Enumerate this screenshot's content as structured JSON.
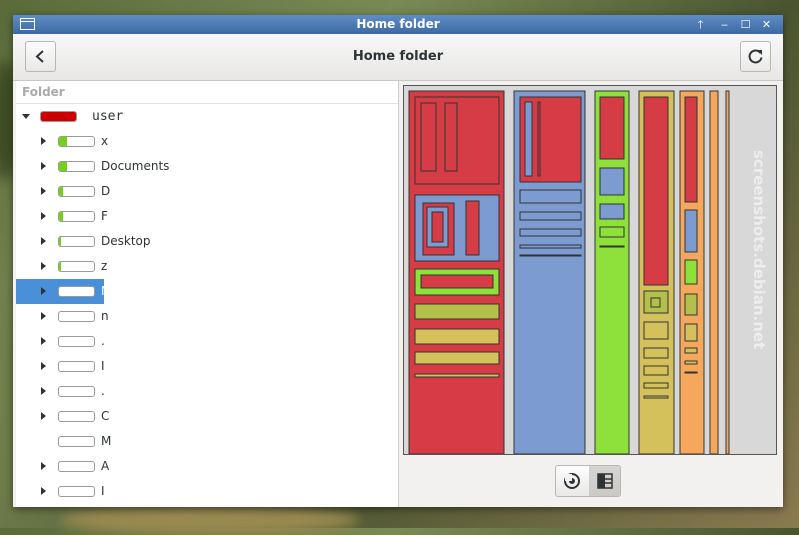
{
  "window": {
    "title": "Home folder",
    "controls": {
      "up": "🡑",
      "minimize": "‒",
      "maximize": "☐",
      "close": "✕"
    }
  },
  "headerbar": {
    "title": "Home folder",
    "back_icon": "chevron-left-icon",
    "refresh_icon": "refresh-icon"
  },
  "tree": {
    "column_header": "Folder",
    "root": {
      "label": "user",
      "fill": 1.0,
      "color": "#cc0000"
    },
    "rows": [
      {
        "label": "x",
        "fill": 0.22,
        "color": "#73d216",
        "expandable": true
      },
      {
        "label": "Documents",
        "fill": 0.22,
        "color": "#73d216",
        "expandable": true
      },
      {
        "label": "D",
        "fill": 0.1,
        "color": "#73d216",
        "expandable": true
      },
      {
        "label": "F",
        "fill": 0.1,
        "color": "#73d216",
        "expandable": true
      },
      {
        "label": "Desktop",
        "fill": 0.05,
        "color": "#73d216",
        "expandable": true
      },
      {
        "label": "z",
        "fill": 0.03,
        "color": "#73d216",
        "expandable": true
      },
      {
        "label": "N",
        "fill": 0.0,
        "color": "#73d216",
        "expandable": true,
        "selected": true
      },
      {
        "label": "n",
        "fill": 0.0,
        "color": "#73d216",
        "expandable": true
      },
      {
        "label": ".",
        "fill": 0.0,
        "color": "#73d216",
        "expandable": true
      },
      {
        "label": "I",
        "fill": 0.0,
        "color": "#73d216",
        "expandable": true
      },
      {
        "label": ".",
        "fill": 0.0,
        "color": "#73d216",
        "expandable": true
      },
      {
        "label": "C",
        "fill": 0.0,
        "color": "#73d216",
        "expandable": true
      },
      {
        "label": "M",
        "fill": 0.0,
        "color": "#73d216",
        "expandable": false
      },
      {
        "label": "A",
        "fill": 0.0,
        "color": "#73d216",
        "expandable": true
      },
      {
        "label": "I",
        "fill": 0.0,
        "color": "#73d216",
        "expandable": true
      }
    ]
  },
  "chart_mode": {
    "active": "treemap",
    "buttons": [
      "rings-chart-icon",
      "treemap-chart-icon"
    ]
  },
  "treemap_colors": {
    "red": "#d63c46",
    "blue": "#7b9bd1",
    "green": "#8ee03a",
    "olive": "#d4c15c",
    "orange": "#f5a85c",
    "accent_olive": "#b3c14a"
  },
  "watermark": "screenshots.debian.net"
}
